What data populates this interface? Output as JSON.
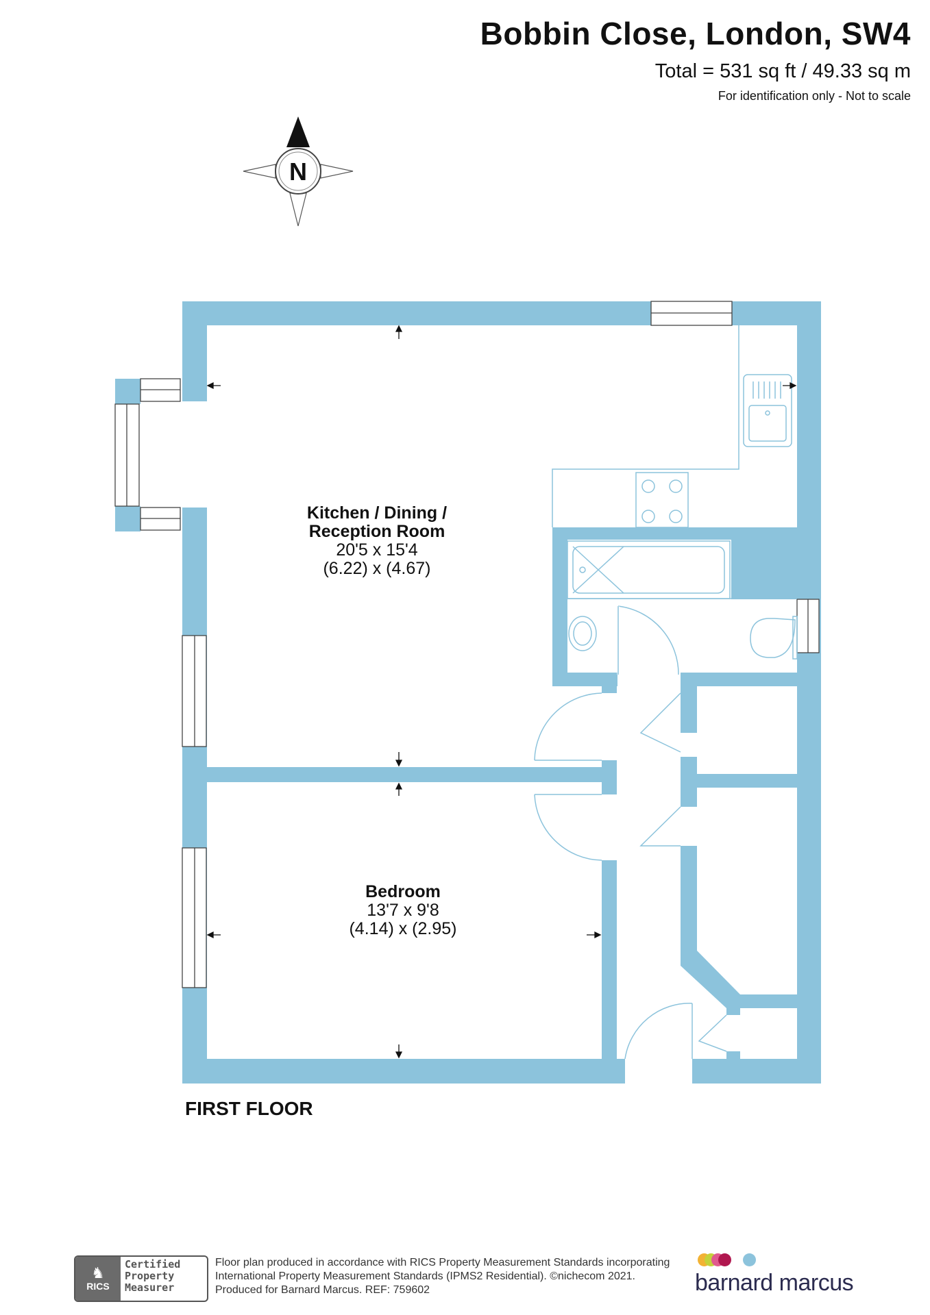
{
  "header": {
    "title": "Bobbin Close, London, SW4",
    "total": "Total = 531 sq ft / 49.33 sq m",
    "note": "For identification only - Not to scale"
  },
  "compass": {
    "label": "N"
  },
  "rooms": {
    "kitchen": {
      "name_line1": "Kitchen / Dining /",
      "name_line2": "Reception Room",
      "imperial": "20'5 x 15'4",
      "metric": "(6.22) x (4.67)"
    },
    "bedroom": {
      "name": "Bedroom",
      "imperial": "13'7 x 9'8",
      "metric": "(4.14) x (2.95)"
    }
  },
  "floor_label": "FIRST FLOOR",
  "footer": {
    "badge_left": "RICS",
    "badge_lines": [
      "Certified",
      "Property",
      "Measurer"
    ],
    "text_lines": [
      "Floor plan produced in accordance with RICS Property Measurement Standards incorporating",
      "International Property Measurement Standards (IPMS2 Residential).   ©nichecom 2021.",
      "Produced for Barnard Marcus.    REF:  759602"
    ],
    "brand": "barnard marcus"
  },
  "colors": {
    "wall": "#8cc3dc",
    "fixture_line": "#8cc3dc",
    "brand_dots": [
      "#f2b234",
      "#c4d23a",
      "#e05a8e",
      "#b0174f",
      "#8cc3dc"
    ]
  }
}
